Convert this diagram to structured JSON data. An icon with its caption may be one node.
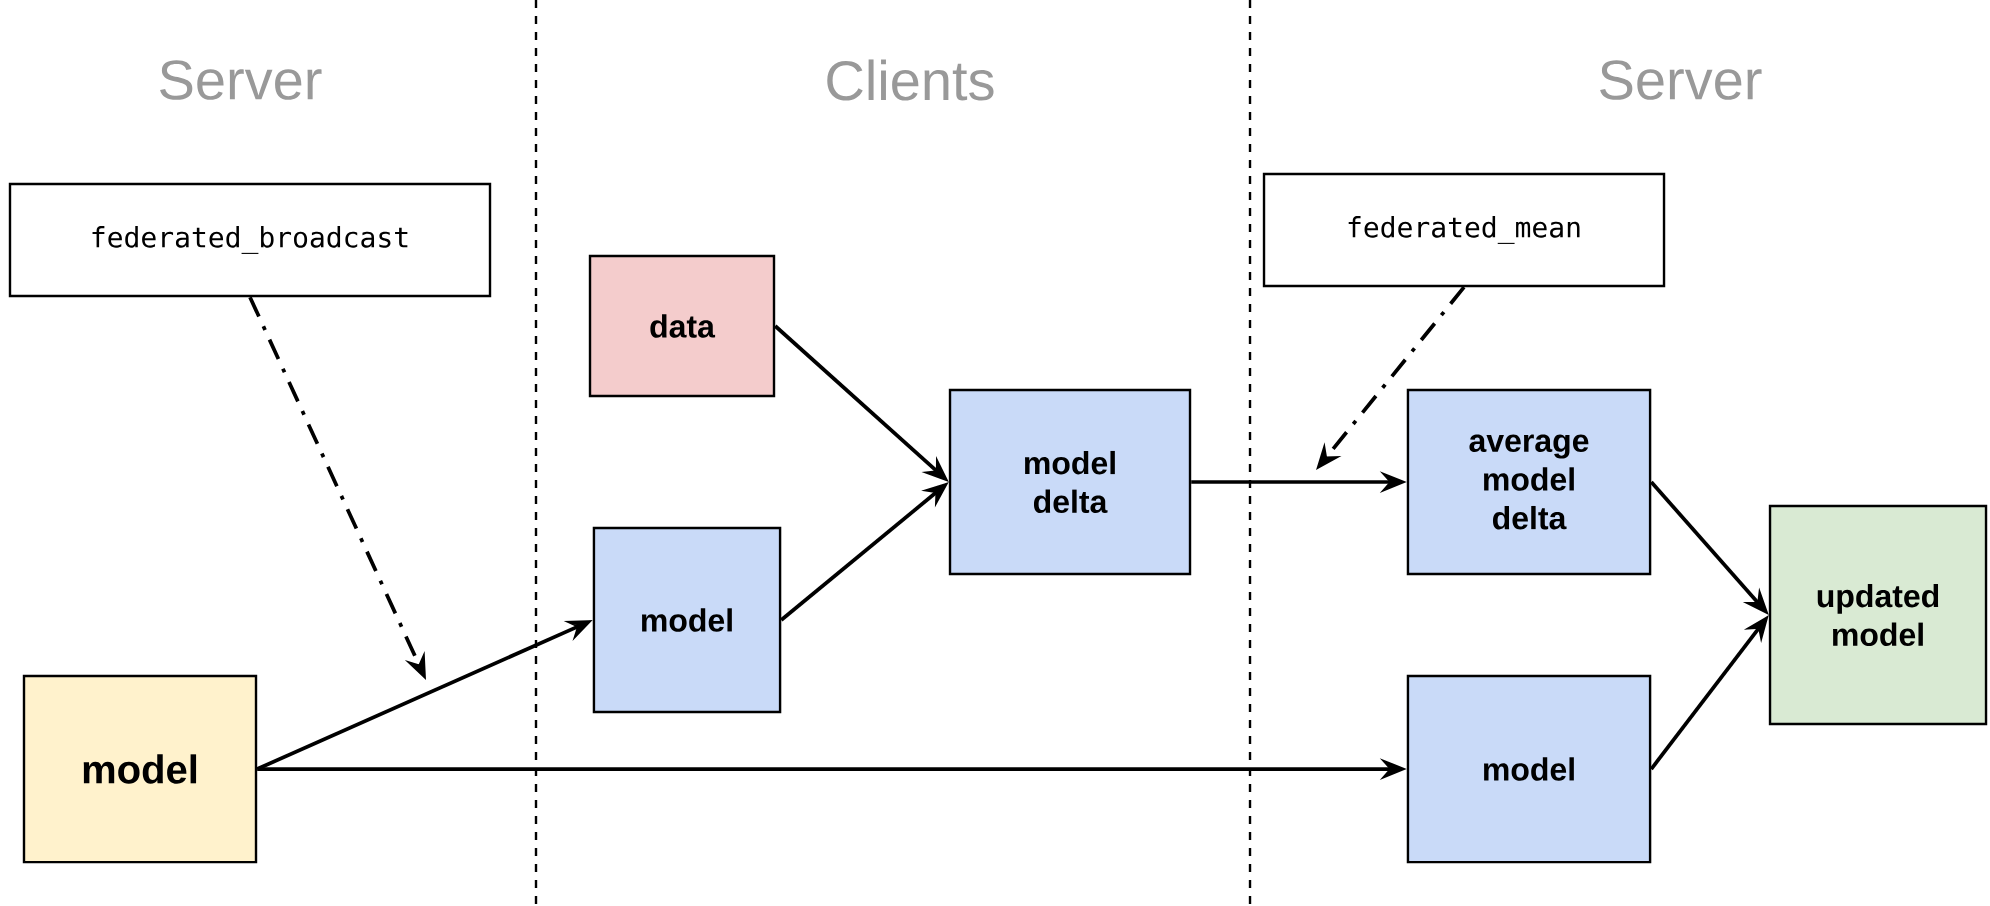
{
  "diagram": {
    "nodes": [
      {
        "text": [
          "federated_broadcast"
        ]
      },
      {
        "text": [
          "data"
        ]
      },
      {
        "text": [
          "federated_mean"
        ]
      },
      {
        "text": [
          "model delta"
        ]
      },
      {
        "text": [
          "model"
        ]
      },
      {
        "text": [
          "average model delta"
        ]
      },
      {
        "text": [
          "updated model"
        ]
      },
      {
        "text": [
          "model"
        ]
      },
      {
        "text": [
          "model"
        ]
      }
    ],
    "edges": [
      {
        "from": 0,
        "to": null,
        "arrow": "to",
        "style": "dashed"
      },
      {
        "from": 7,
        "to": 4,
        "arrow": "to"
      },
      {
        "from": 1,
        "to": 3,
        "arrow": "to"
      },
      {
        "from": 4,
        "to": 3,
        "arrow": "to"
      },
      {
        "from": 3,
        "to": 5,
        "arrow": "to"
      },
      {
        "from": 2,
        "to": null,
        "arrow": "to",
        "style": "dashed"
      },
      {
        "from": 5,
        "to": 6,
        "arrow": "to"
      },
      {
        "from": 8,
        "to": 6,
        "arrow": "to"
      },
      {
        "from": 7,
        "to": 8,
        "arrow": "to"
      }
    ],
    "labels": [
      "Server",
      "Clients",
      "Server"
    ]
  }
}
